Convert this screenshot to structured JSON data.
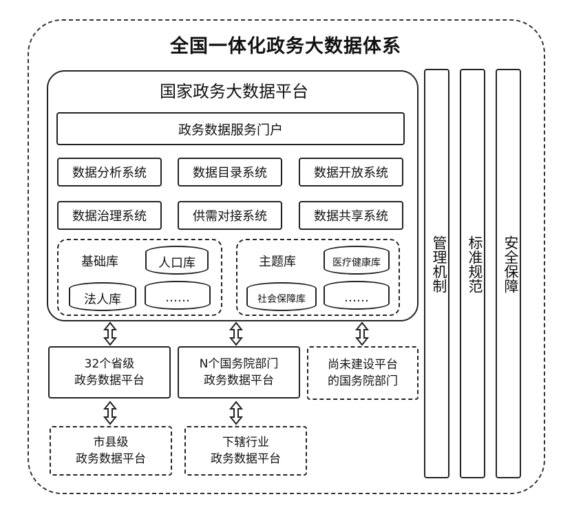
{
  "title": "全国一体化政务大数据体系",
  "platform": {
    "title": "国家政务大数据平台",
    "portal": "政务数据服务门户",
    "systems_row1": [
      "数据分析系统",
      "数据目录系统",
      "数据开放系统"
    ],
    "systems_row2": [
      "数据治理系统",
      "供需对接系统",
      "数据共享系统"
    ],
    "basic_lib": {
      "label": "基础库",
      "items": [
        "人口库",
        "法人库",
        "……"
      ]
    },
    "theme_lib": {
      "label": "主题库",
      "items": [
        "医疗健康库",
        "社会保障库",
        "……"
      ]
    }
  },
  "side_columns": [
    "管理机制",
    "标准规范",
    "安全保障"
  ],
  "level2": {
    "provincial": [
      "32个省级",
      "政务数据平台"
    ],
    "ministries": [
      "N个国务院部门",
      "政务数据平台"
    ],
    "unbuilt": [
      "尚未建设平台",
      "的国务院部门"
    ]
  },
  "level3": {
    "county": [
      "市县级",
      "政务数据平台"
    ],
    "industry": [
      "下辖行业",
      "政务数据平台"
    ]
  }
}
